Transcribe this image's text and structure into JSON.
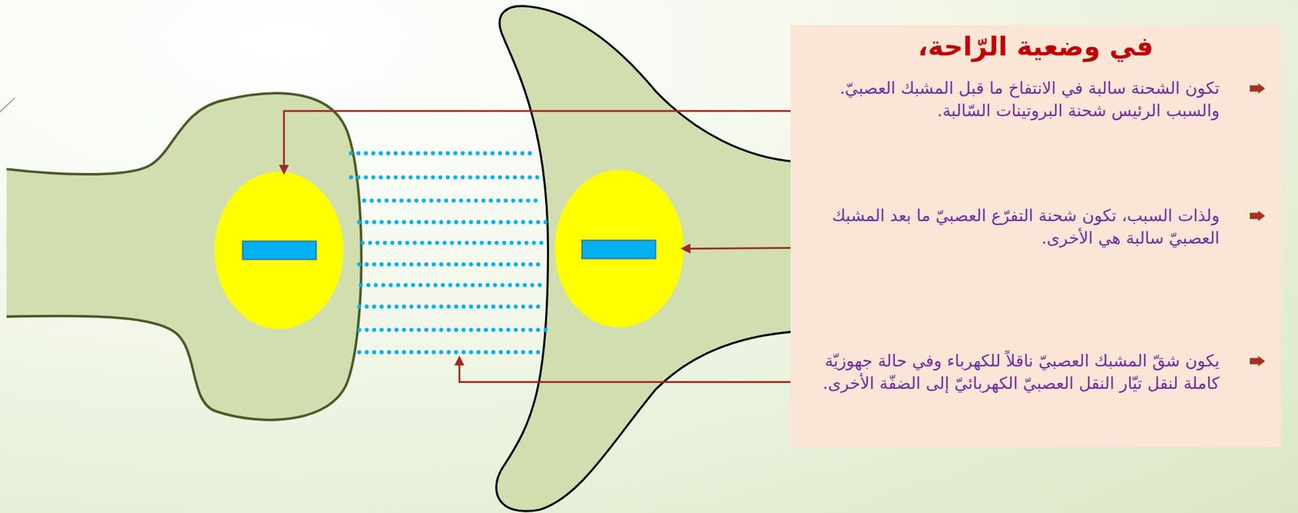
{
  "diagram": {
    "title": "في وضعية الرّاحة،",
    "nodes": [
      {
        "text": [
          "تكون الشحنة سالبة في الانتفاخ ما قبل المشبك العصبيّ. والسبب الرئيس شحنة البروتينات السّالبة.",
          "ولذات السبب، تكون شحنة التفرّع العصبيّ ما بعد المشبك العصبيّ سالبة هي الأخرى.",
          "يكون شقّ المشبك العصبيّ ناقلاً للكهرباء وفي حالة جهوزيّة كاملة لنقل تيّار النقل العصبيّ الكهربائيّ إلى الضفّة الأخرى."
        ]
      }
    ]
  }
}
